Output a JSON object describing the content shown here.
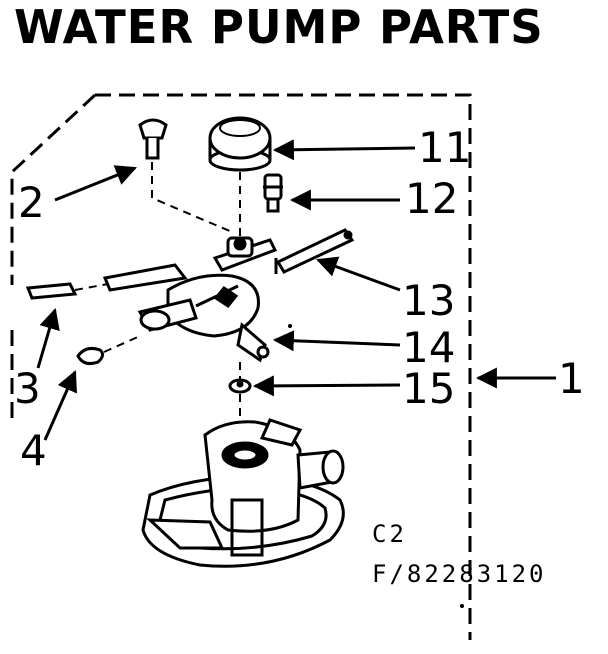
{
  "title": "WATER PUMP PARTS",
  "callouts": {
    "c1": "1",
    "c2": "2",
    "c3": "3",
    "c4": "4",
    "c11": "11",
    "c12": "12",
    "c13": "13",
    "c14": "14",
    "c15": "15"
  },
  "diagram_code": "C2",
  "part_number": "F/82283120"
}
